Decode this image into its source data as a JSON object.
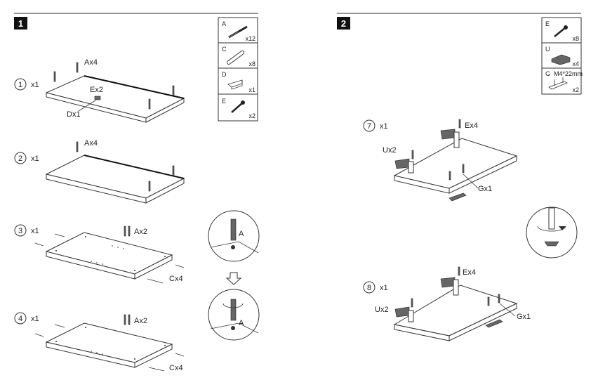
{
  "steps": [
    {
      "number": "1"
    },
    {
      "number": "2"
    }
  ],
  "step1": {
    "substeps": [
      {
        "num": "1",
        "qty": "x1",
        "labels": {
          "a": "Ax4",
          "e": "Ex2",
          "d": "Dx1"
        }
      },
      {
        "num": "2",
        "qty": "x1",
        "labels": {
          "a": "Ax4"
        }
      },
      {
        "num": "3",
        "qty": "x1",
        "labels": {
          "a": "Ax2",
          "c": "Cx4"
        }
      },
      {
        "num": "4",
        "qty": "x1",
        "labels": {
          "a": "Ax2",
          "c": "Cx4"
        }
      }
    ],
    "parts": [
      {
        "letter": "A",
        "count": "x12",
        "icon": "dowel-screw-icon"
      },
      {
        "letter": "C",
        "count": "x8",
        "icon": "wooden-dowel-icon"
      },
      {
        "letter": "D",
        "count": "x1",
        "icon": "l-bracket-icon"
      },
      {
        "letter": "E",
        "count": "x2",
        "icon": "screw-icon"
      }
    ],
    "detail_label_top": "A",
    "detail_label_bottom": "A"
  },
  "step2": {
    "substeps": [
      {
        "num": "7",
        "qty": "x1",
        "labels": {
          "e": "Ex4",
          "u": "Ux2",
          "g": "Gx1"
        }
      },
      {
        "num": "8",
        "qty": "x1",
        "labels": {
          "e": "Ex4",
          "u": "Ux2",
          "g": "Gx1"
        }
      }
    ],
    "parts": [
      {
        "letter": "E",
        "count": "x8",
        "icon": "screw-icon"
      },
      {
        "letter": "U",
        "count": "x4",
        "icon": "hinge-bracket-icon"
      },
      {
        "letter": "G",
        "spec": "M4*22mm",
        "count": "x2",
        "icon": "handle-icon"
      }
    ]
  }
}
